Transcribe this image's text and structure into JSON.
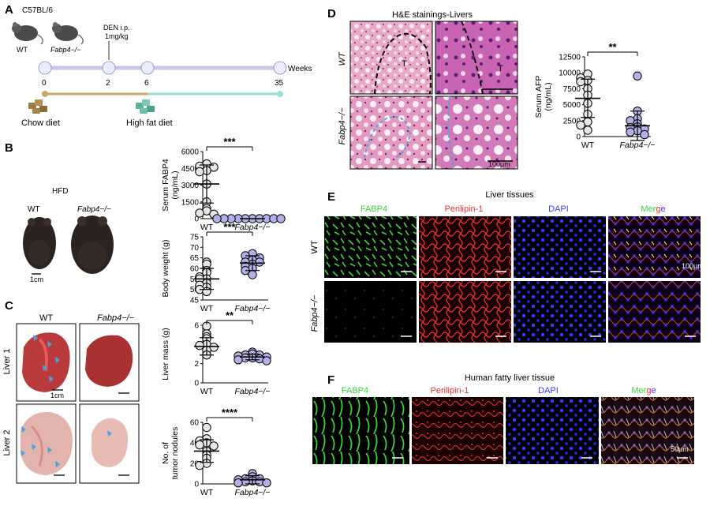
{
  "panels": {
    "a": "A",
    "b": "B",
    "c": "C",
    "d": "D",
    "e": "E",
    "f": "F"
  },
  "colors": {
    "wt_fill": "#e6e6e6",
    "ko_fill": "#b3b0e8",
    "timeline": "#c6c6e6",
    "chow": "#b89a66",
    "hfd": "#8fd6cc",
    "fabp4": "#3dd13d",
    "perilipin": "#e63232",
    "dapi": "#3b3bff",
    "merge_g": "#3dd13d",
    "merge_r": "#e63232",
    "merge_b": "#3b3bff",
    "arrow": "#4aa3df"
  },
  "icons": {
    "mouse": "mouse-icon",
    "chow": "chow-pellet-icon",
    "hfd": "hfd-pellet-icon",
    "arrowhead": "arrowhead-icon"
  },
  "panelA": {
    "strain": "C57BL/6",
    "wt": "WT",
    "ko": "Fabp4−/−",
    "den_line1": "DEN i.p.",
    "den_line2": "1mg/kg",
    "weeks": [
      "0",
      "2",
      "6",
      "35"
    ],
    "weeks_label": "Weeks",
    "chow": "Chow diet",
    "hfd": "High fat diet"
  },
  "panelB": {
    "hfd": "HFD",
    "wt": "WT",
    "ko": "Fabp4−/−",
    "scale": "1cm"
  },
  "panelC": {
    "wt": "WT",
    "ko": "Fabp4−/−",
    "liver1": "Liver 1",
    "liver2": "Liver 2",
    "scale": "1cm"
  },
  "panelD": {
    "title": "H&E stainings-Livers",
    "wt": "WT",
    "ko": "Fabp4−/−",
    "tumor": "T",
    "scale": "100μm"
  },
  "panelE": {
    "title": "Liver tissues",
    "c1": "FABP4",
    "c2": "Perilipin-1",
    "c3": "DAPI",
    "m1": "Mer",
    "m2": "g",
    "m3": "e",
    "wt": "WT",
    "ko": "Fabp4−/−",
    "scale": "100μm"
  },
  "panelF": {
    "title": "Human fatty liver tissue",
    "c1": "FABP4",
    "c2": "Perilipin-1",
    "c3": "DAPI",
    "m1": "Mer",
    "m2": "g",
    "m3": "e",
    "scale": "50μm"
  },
  "chart_data": [
    {
      "id": "fabp4",
      "type": "scatter",
      "ylabel": "Serum FABP4\n(ng/mL)",
      "ylim": [
        0,
        6000
      ],
      "yticks": [
        0,
        1500,
        3000,
        4500,
        6000
      ],
      "categories": [
        "WT",
        "Fabp4−/−"
      ],
      "significance": "***",
      "series": [
        {
          "values": [
            4900,
            4700,
            4600,
            4300,
            4200,
            3100,
            1500,
            900,
            700,
            500,
            400
          ]
        },
        {
          "values": [
            0,
            0,
            0,
            0,
            0,
            0,
            0,
            0,
            0,
            0
          ]
        }
      ],
      "mean": [
        3100,
        0
      ],
      "sd": [
        1700,
        0
      ]
    },
    {
      "id": "bw",
      "type": "scatter",
      "ylabel": "Body weight (g)",
      "ylim": [
        45,
        75
      ],
      "yticks": [
        45,
        50,
        55,
        60,
        65,
        70,
        75
      ],
      "categories": [
        "WT",
        "Fabp4−/−"
      ],
      "significance": "***",
      "series": [
        {
          "values": [
            63,
            62,
            59,
            58,
            56,
            55,
            55,
            53,
            52,
            51,
            50,
            49
          ]
        },
        {
          "values": [
            67,
            66,
            65,
            64,
            63,
            63,
            62,
            61,
            60,
            59,
            57
          ]
        }
      ],
      "mean": [
        55,
        62.5
      ],
      "sd": [
        5,
        3.5
      ]
    },
    {
      "id": "lm",
      "type": "scatter",
      "ylabel": "Liver mass (g)",
      "ylim": [
        0,
        6
      ],
      "yticks": [
        0,
        2,
        4,
        6
      ],
      "categories": [
        "WT",
        "Fabp4−/−"
      ],
      "significance": "**",
      "series": [
        {
          "values": [
            5.9,
            5.1,
            4.8,
            4.6,
            4.0,
            3.9,
            3.7,
            3.4,
            2.9
          ]
        },
        {
          "values": [
            3.2,
            3.0,
            2.9,
            2.9,
            2.8,
            2.7,
            2.6,
            2.6,
            2.5,
            2.4,
            2.3
          ]
        }
      ],
      "mean": [
        3.8,
        2.7
      ],
      "sd": [
        0.9,
        0.3
      ]
    },
    {
      "id": "tn",
      "type": "scatter",
      "ylabel": "No. of\ntumor nodules",
      "ylim": [
        0,
        60
      ],
      "yticks": [
        0,
        20,
        40,
        60
      ],
      "categories": [
        "WT",
        "Fabp4−/−"
      ],
      "significance": "****",
      "series": [
        {
          "values": [
            55,
            44,
            42,
            40,
            38,
            37,
            32,
            28,
            25,
            20,
            18
          ]
        },
        {
          "values": [
            10,
            7,
            5,
            5,
            4,
            3,
            2,
            2,
            1,
            1
          ]
        }
      ],
      "mean": [
        32,
        4
      ],
      "sd": [
        11,
        4
      ]
    },
    {
      "id": "afp",
      "type": "scatter",
      "ylabel": "Serum AFP\n(ng/mL)",
      "ylim": [
        0,
        12500
      ],
      "yticks": [
        0,
        2500,
        5000,
        7500,
        10000,
        12500
      ],
      "categories": [
        "WT",
        "Fabp4−/−"
      ],
      "significance": "**",
      "series": [
        {
          "values": [
            9800,
            9200,
            8800,
            8600,
            7500,
            6500,
            5200,
            3500,
            2300,
            1800,
            1000
          ]
        },
        {
          "values": [
            9500,
            4000,
            2800,
            2500,
            2000,
            1500,
            1400,
            1200,
            900,
            700,
            300
          ]
        }
      ],
      "mean": [
        6000,
        1700
      ],
      "sd": [
        3000,
        2300
      ]
    }
  ]
}
